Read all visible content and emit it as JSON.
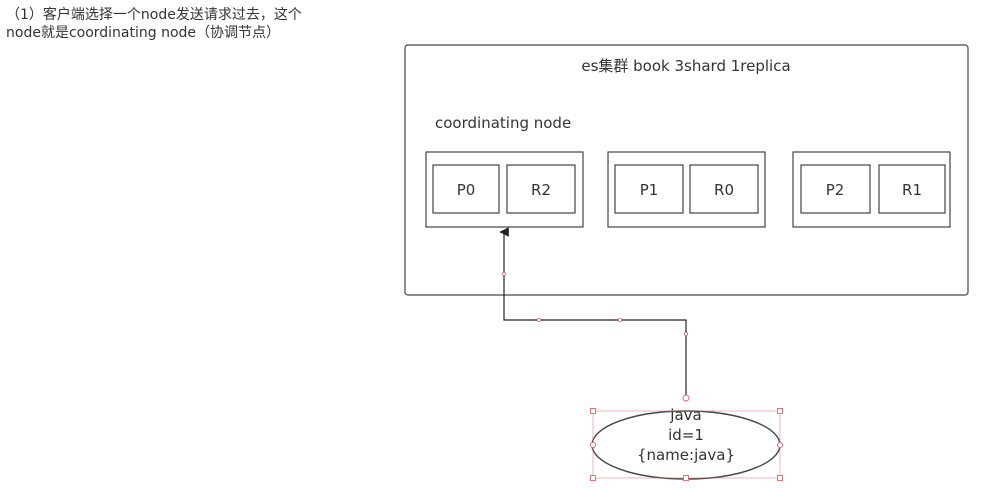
{
  "note": {
    "line1": "（1）客户端选择一个node发送请求过去，这个",
    "line2": "node就是coordinating node（协调节点）"
  },
  "cluster": {
    "title": "es集群 book 3shard 1replica",
    "coordinating_label": "coordinating node",
    "nodes": [
      {
        "shards": [
          "P0",
          "R2"
        ]
      },
      {
        "shards": [
          "P1",
          "R0"
        ]
      },
      {
        "shards": [
          "P2",
          "R1"
        ]
      }
    ]
  },
  "document": {
    "lines": [
      "java",
      "id=1",
      "{name:java}"
    ]
  },
  "colors": {
    "stroke": "#333333",
    "handle": "#e06666"
  }
}
